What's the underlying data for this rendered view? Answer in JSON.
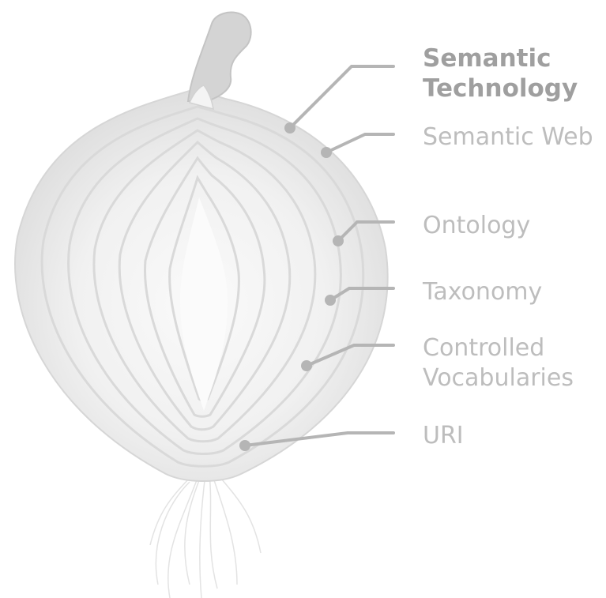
{
  "diagram": {
    "labels": [
      {
        "line1": "Semantic",
        "line2": "Technology"
      },
      {
        "line1": "Semantic Web",
        "line2": ""
      },
      {
        "line1": "Ontology",
        "line2": ""
      },
      {
        "line1": "Taxonomy",
        "line2": ""
      },
      {
        "line1": "Controlled",
        "line2": "Vocabularies"
      },
      {
        "line1": "URI",
        "line2": ""
      }
    ]
  },
  "colors": {
    "background": "#ffffff",
    "onion_fill": "#efefef",
    "onion_rings": "#dcdcdc",
    "connector": "#b5b5b5",
    "label_primary": "#9f9f9f",
    "label_secondary": "#bdbdbd"
  },
  "icons": {
    "illustration": "onion-cross-section-icon"
  }
}
